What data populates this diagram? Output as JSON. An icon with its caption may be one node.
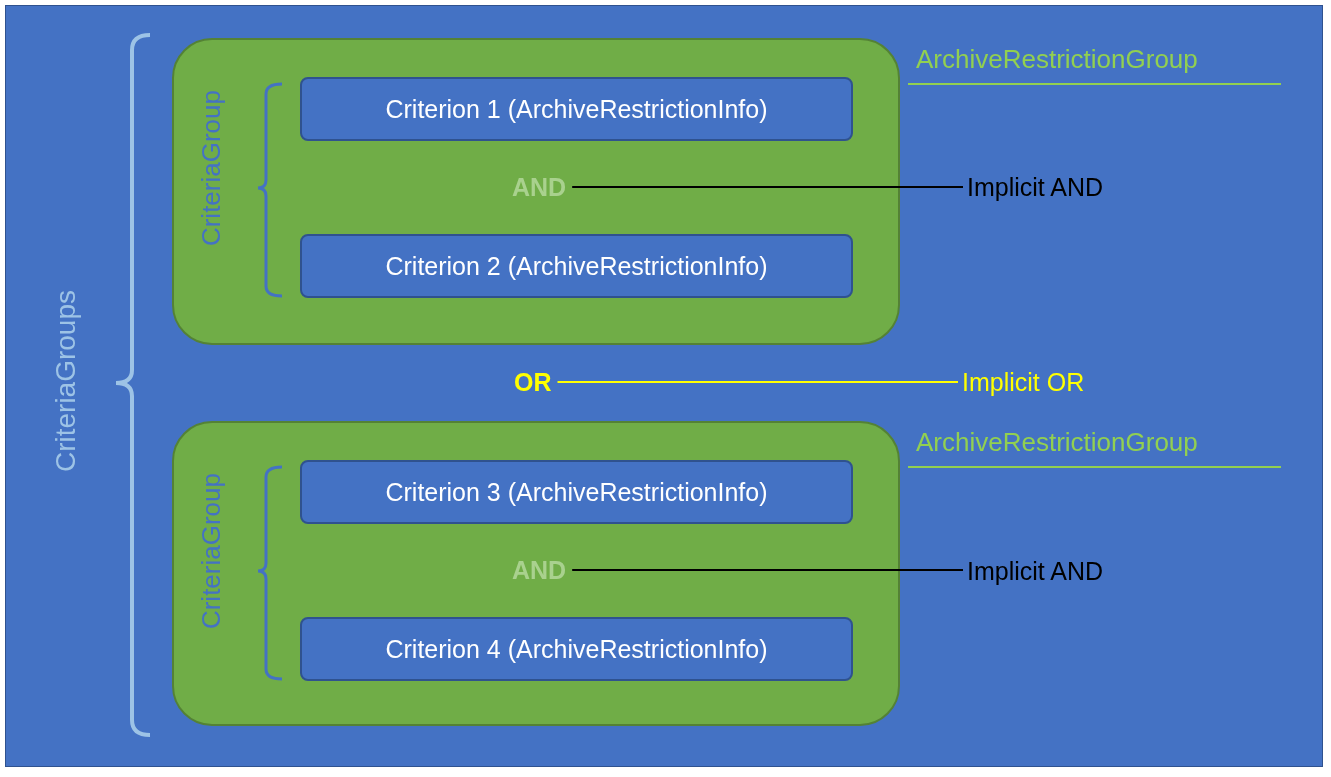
{
  "diagram": {
    "nodes": [
      {
        "text": [
          "ArchiveRestrictionGroup",
          "CriteriaGroup"
        ]
      },
      {
        "text": [
          "Criterion 1 (ArchiveRestrictionInfo)"
        ],
        "in": 0
      },
      {
        "text": [
          "AND"
        ],
        "in": 0
      },
      {
        "text": [
          "Criterion 2 (ArchiveRestrictionInfo)"
        ],
        "in": 0
      },
      {
        "text": [
          "Implicit AND"
        ]
      },
      {
        "text": [
          "OR"
        ]
      },
      {
        "text": [
          "Implicit OR"
        ]
      },
      {
        "text": [
          "ArchiveRestrictionGroup",
          "CriteriaGroup"
        ]
      },
      {
        "text": [
          "Criterion 3 (ArchiveRestrictionInfo)"
        ],
        "in": 7
      },
      {
        "text": [
          "AND"
        ],
        "in": 7
      },
      {
        "text": [
          "Criterion 4 (ArchiveRestrictionInfo)"
        ],
        "in": 7
      },
      {
        "text": [
          "Implicit AND"
        ]
      }
    ],
    "edges": [
      {
        "from": 2,
        "to": 4,
        "arrow": "none"
      },
      {
        "from": 5,
        "to": 6,
        "arrow": "none",
        "color": "#ffff00"
      },
      {
        "from": 9,
        "to": 11,
        "arrow": "none"
      }
    ],
    "labels": [
      "CriteriaGroups"
    ]
  }
}
